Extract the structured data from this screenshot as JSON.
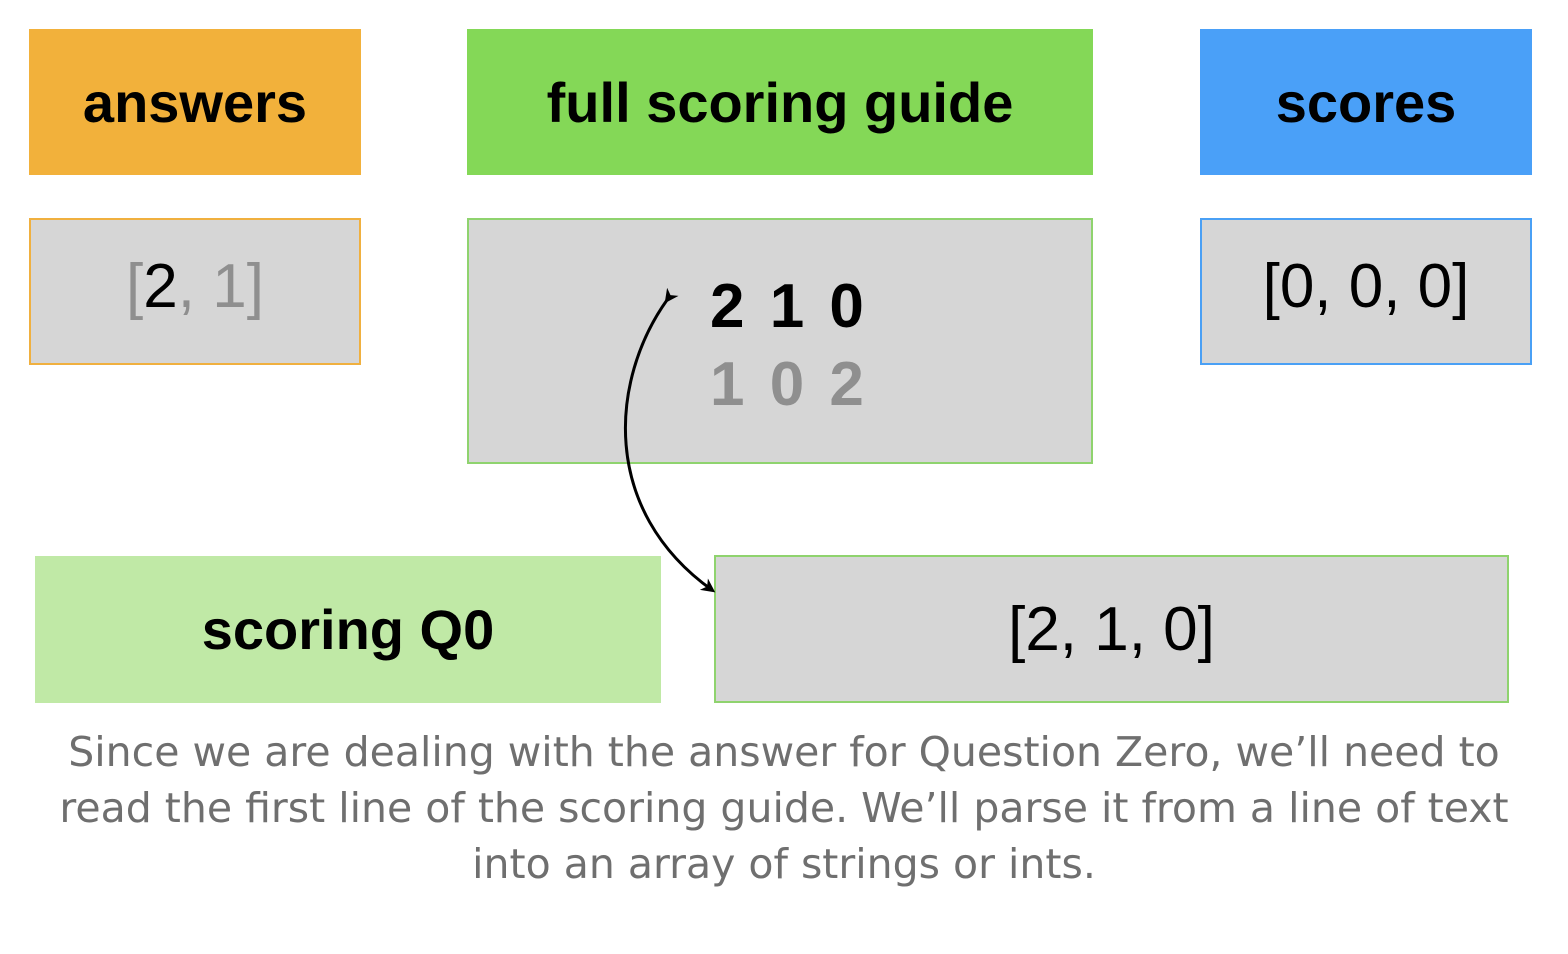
{
  "colors": {
    "answers_header": "#f2b13b",
    "guide_header": "#84d857",
    "scores_header": "#4aa0f8",
    "q0_header": "#c0e9a6",
    "content_bg": "#d6d6d6",
    "muted_text": "#8f8f8f",
    "caption_text": "#6f6f6f"
  },
  "headers": {
    "answers": "answers",
    "guide": "full scoring guide",
    "scores": "scores",
    "q0": "scoring Q0"
  },
  "answers_array": {
    "open": "[",
    "first": "2",
    "sep": ", ",
    "second": "1",
    "close": "]"
  },
  "guide": {
    "line1": "2 1 0",
    "line2": "1 0 2"
  },
  "scores_array": "[0, 0, 0]",
  "q0_array": "[2, 1, 0]",
  "caption": {
    "line1": "Since we are dealing with the answer for Question Zero, we’ll need to",
    "line2": "read the first line of the scoring guide. We’ll parse it from a line of text",
    "line3": "into an array of strings or ints."
  }
}
